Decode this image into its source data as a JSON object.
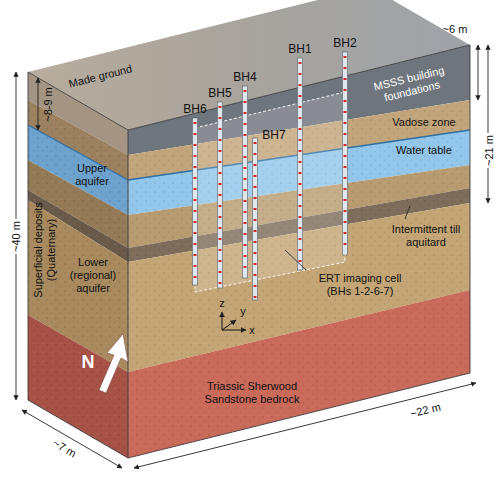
{
  "diagram": {
    "labels": [
      "BH1",
      "BH2",
      "BH4",
      "BH5",
      "BH6",
      "BH7",
      "MSSS building foundations",
      "~6 m",
      "~21 m",
      "Made ground",
      "~8-9 m",
      "Upper aquifer",
      "Superficial deposits (Quaternary)",
      "Lower (regional) aquifer",
      "~40 m",
      "Vadose zone",
      "Water table",
      "Intermittent till aquitard",
      "ERT imaging cell (BHs 1-2-6-7)",
      "N",
      "Triassic Sherwood Sandstone bedrock",
      "z",
      "y",
      "x",
      "~7 m",
      "~22 m"
    ]
  }
}
